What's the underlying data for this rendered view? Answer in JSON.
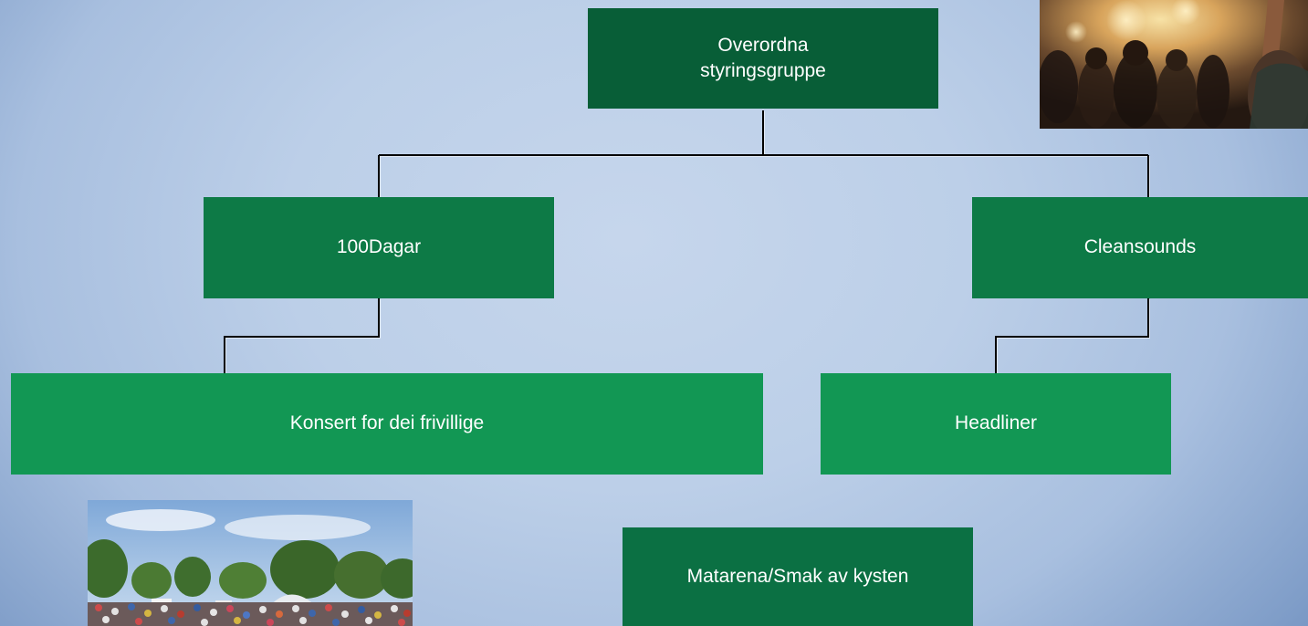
{
  "diagram": {
    "root": {
      "label": "Overordna\nstyringsgruppe"
    },
    "branches": [
      {
        "label": "100Dagar",
        "child": {
          "label": "Konsert for dei frivillige"
        }
      },
      {
        "label": "Cleansounds",
        "child": {
          "label": "Headliner"
        }
      }
    ],
    "standalone": {
      "label": "Matarena/Smak av kysten"
    }
  },
  "colors": {
    "root_fill": "#085e37",
    "branch_fill": "#0d7a46",
    "leaf_fill": "#129754",
    "connector": "#000000",
    "background_center": "#c6d6ec",
    "background_edge": "#6283b6"
  },
  "images": {
    "concert_crowd": "concert-crowd-photo",
    "festival_field": "outdoor-festival-photo"
  }
}
